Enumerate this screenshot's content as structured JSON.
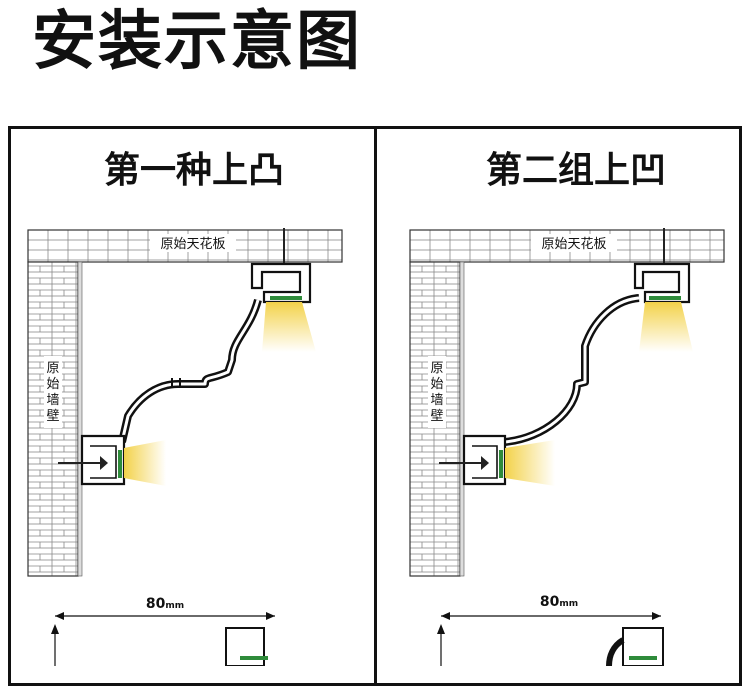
{
  "header": {
    "title": "安装示意图"
  },
  "panels": [
    {
      "title": "第一种上凸",
      "ceiling_label": "原始天花板",
      "wall_label": [
        "原",
        "始",
        "墙",
        "壁"
      ],
      "dimension": "80",
      "unit": "mm"
    },
    {
      "title": "第二组上凹",
      "ceiling_label": "原始天花板",
      "wall_label": [
        "原",
        "始",
        "墙",
        "壁"
      ],
      "dimension": "80",
      "unit": "mm"
    }
  ],
  "colors": {
    "line": "#111111",
    "brick_fill": "#ffffff",
    "light": "#f3d24a",
    "led": "#2e8b3a"
  }
}
